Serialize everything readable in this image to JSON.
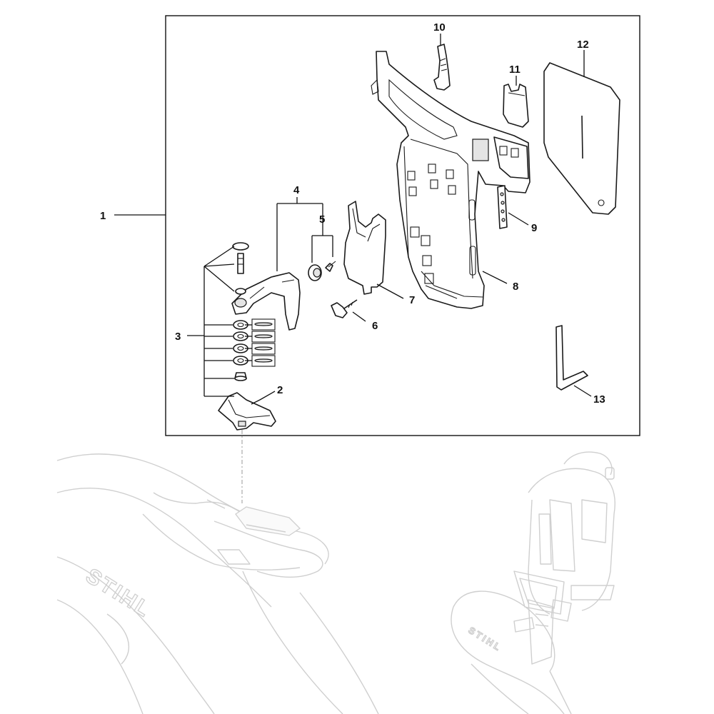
{
  "callouts": [
    {
      "id": "1",
      "label": "1"
    },
    {
      "id": "2",
      "label": "2"
    },
    {
      "id": "3",
      "label": "3"
    },
    {
      "id": "4",
      "label": "4"
    },
    {
      "id": "5",
      "label": "5"
    },
    {
      "id": "6",
      "label": "6"
    },
    {
      "id": "7",
      "label": "7"
    },
    {
      "id": "8",
      "label": "8"
    },
    {
      "id": "9",
      "label": "9"
    },
    {
      "id": "10",
      "label": "10"
    },
    {
      "id": "11",
      "label": "11"
    },
    {
      "id": "12",
      "label": "12"
    },
    {
      "id": "13",
      "label": "13"
    }
  ],
  "background": {
    "brand_text": "STIHL",
    "brand_text_small": "STIHL"
  },
  "colors": {
    "line": "#111111",
    "ghost": "#cfcfcf",
    "background": "#ffffff"
  }
}
